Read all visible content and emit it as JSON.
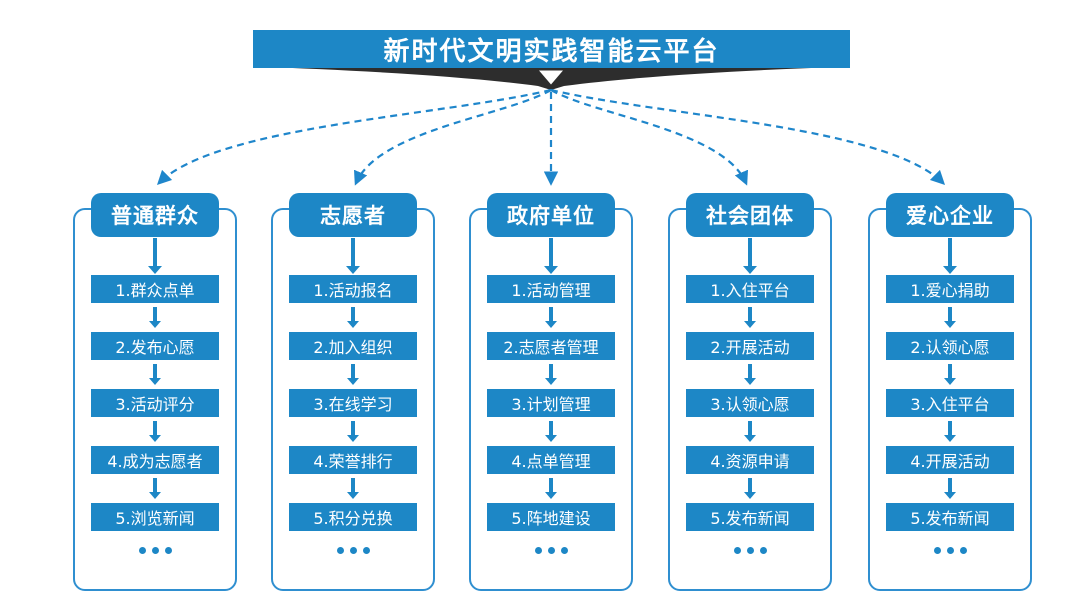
{
  "banner": {
    "title": "新时代文明实践智能云平台"
  },
  "colors": {
    "primary_blue": "#1d87c6",
    "outline_blue": "#2f8fd0",
    "dashed_blue": "#1f86cb",
    "ribbon_dark": "#2d2d2d",
    "text_white": "#ffffff",
    "background": "#ffffff"
  },
  "groups": [
    {
      "title": "普通群众",
      "steps": [
        "1.群众点单",
        "2.发布心愿",
        "3.活动评分",
        "4.成为志愿者",
        "5.浏览新闻"
      ],
      "more": "..."
    },
    {
      "title": "志愿者",
      "steps": [
        "1.活动报名",
        "2.加入组织",
        "3.在线学习",
        "4.荣誉排行",
        "5.积分兑换"
      ],
      "more": "..."
    },
    {
      "title": "政府单位",
      "steps": [
        "1.活动管理",
        "2.志愿者管理",
        "3.计划管理",
        "4.点单管理",
        "5.阵地建设"
      ],
      "more": "..."
    },
    {
      "title": "社会团体",
      "steps": [
        "1.入住平台",
        "2.开展活动",
        "3.认领心愿",
        "4.资源申请",
        "5.发布新闻"
      ],
      "more": "..."
    },
    {
      "title": "爱心企业",
      "steps": [
        "1.爱心捐助",
        "2.认领心愿",
        "3.入住平台",
        "4.开展活动",
        "5.发布新闻"
      ],
      "more": "..."
    }
  ]
}
